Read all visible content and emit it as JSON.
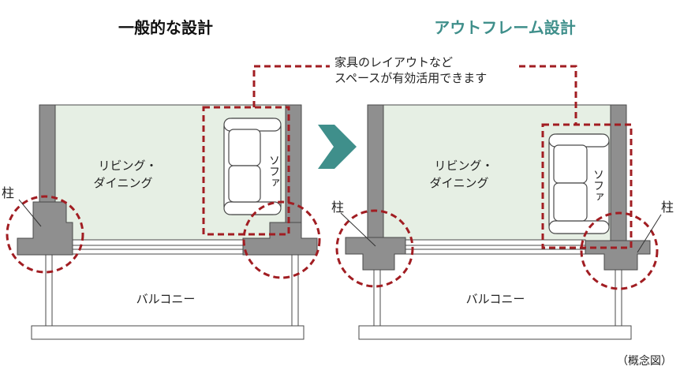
{
  "titles": {
    "left": "一般的な設計",
    "right": "アウトフレーム設計"
  },
  "callout": {
    "line1": "家具のレイアウトなど",
    "line2": "スペースが有効活用できます"
  },
  "left_panel": {
    "room_line1": "リビング・",
    "room_line2": "ダイニング",
    "sofa": "ソファ",
    "pillar": "柱",
    "balcony": "バルコニー"
  },
  "right_panel": {
    "room_line1": "リビング・",
    "room_line2": "ダイニング",
    "sofa": "ソファ",
    "pillar_left": "柱",
    "pillar_right": "柱",
    "balcony": "バルコニー"
  },
  "footnote": "（概念図）",
  "colors": {
    "room_fill": "#e6efe4",
    "wall": "#8f8f8f",
    "wall_stroke": "#4a4a4a",
    "dashed": "#a11d22",
    "arrow": "#3f8f8b",
    "accent_title": "#3f8f8b"
  }
}
